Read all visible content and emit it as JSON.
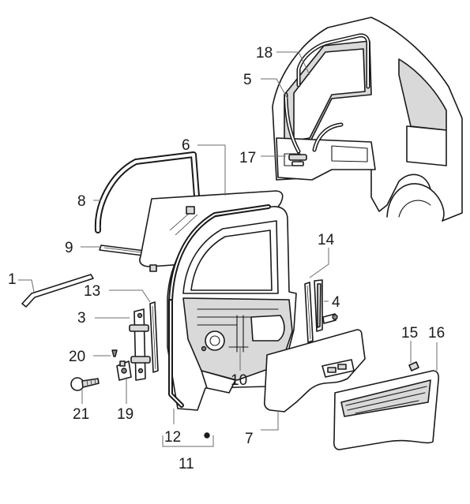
{
  "callouts": {
    "p1": "1",
    "p3": "3",
    "p4": "4",
    "p5": "5",
    "p6": "6",
    "p7": "7",
    "p8": "8",
    "p9": "9",
    "p10": "10",
    "p11": "11",
    "p12": "12",
    "p13": "13",
    "p14": "14",
    "p15": "15",
    "p16": "16",
    "p17": "17",
    "p18": "18",
    "p19": "19",
    "p20": "20",
    "p21": "21"
  }
}
